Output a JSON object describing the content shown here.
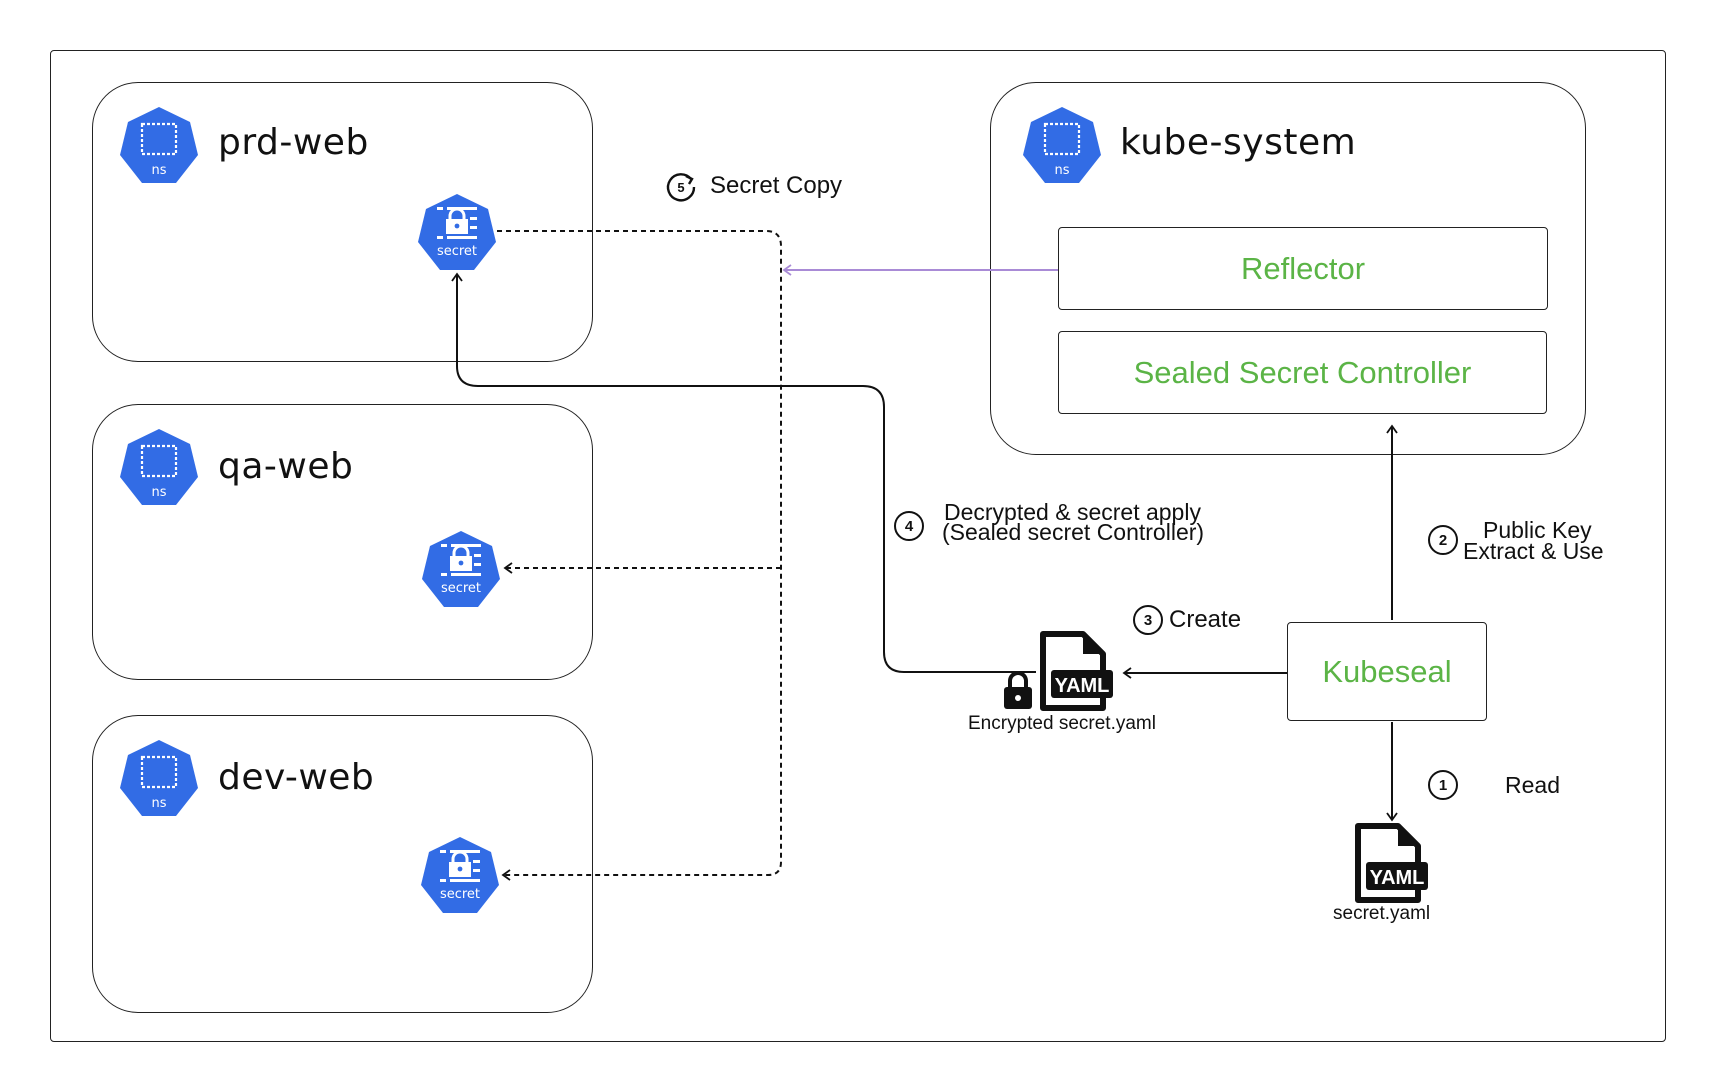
{
  "namespaces": {
    "prd": {
      "title": "prd-web",
      "ns_icon_label": "ns",
      "secret_icon_label": "secret"
    },
    "qa": {
      "title": "qa-web",
      "ns_icon_label": "ns",
      "secret_icon_label": "secret"
    },
    "dev": {
      "title": "dev-web",
      "ns_icon_label": "ns",
      "secret_icon_label": "secret"
    },
    "kube_system": {
      "title": "kube-system",
      "ns_icon_label": "ns"
    }
  },
  "components": {
    "reflector": "Reflector",
    "sealed_secret_controller": "Sealed Secret Controller",
    "kubeseal": "Kubeseal"
  },
  "files": {
    "encrypted": {
      "badge": "YAML",
      "label": "Encrypted secret.yaml"
    },
    "plain": {
      "badge": "YAML",
      "label": "secret.yaml"
    }
  },
  "steps": {
    "step1": {
      "number": "1",
      "label": "Read"
    },
    "step2": {
      "number": "2",
      "line1": "Public Key",
      "line2": "Extract & Use"
    },
    "step3": {
      "number": "3",
      "label": "Create"
    },
    "step4": {
      "number": "4",
      "line1": "Decrypted & secret apply",
      "line2": "(Sealed secret Controller)"
    },
    "step5": {
      "number": "5",
      "label": "Secret Copy"
    }
  },
  "colors": {
    "k8s_blue": "#326ce5",
    "component_green": "#5bb446",
    "reflector_link": "#a98bd6",
    "line": "#111111"
  }
}
